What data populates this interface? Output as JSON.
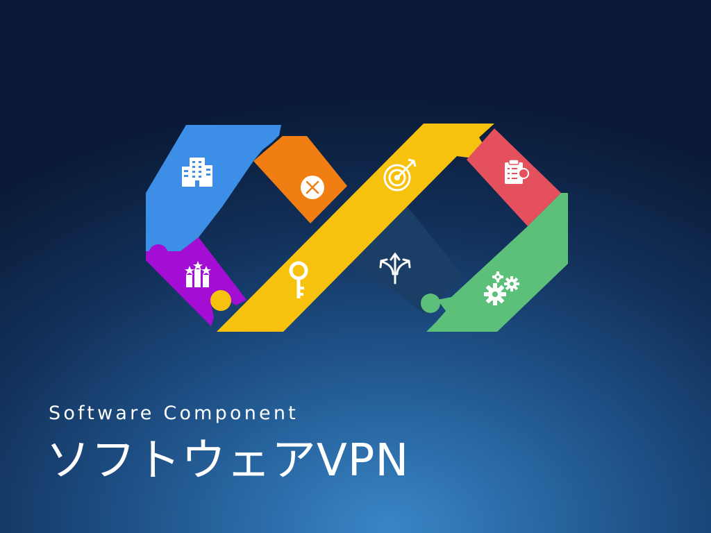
{
  "banner": {
    "subtitle": "Software Component",
    "title": "ソフトウェアVPN"
  },
  "infinity_logo": {
    "segments": [
      {
        "name": "blue-segment",
        "color": "#3d8ee6",
        "icon": "building-icon"
      },
      {
        "name": "orange-segment",
        "color": "#f07e12",
        "icon": "close-circle-icon"
      },
      {
        "name": "yellow-segment",
        "color": "#f6c20d",
        "icon": "target-icon"
      },
      {
        "name": "red-segment",
        "color": "#e5505d",
        "icon": "clipboard-icon"
      },
      {
        "name": "green-segment",
        "color": "#5cc07b",
        "icon": "gears-icon"
      },
      {
        "name": "navy-segment",
        "color": "#1b3e66",
        "icon": "split-arrows-icon"
      },
      {
        "name": "purple-segment",
        "color": "#a40dd4",
        "icon": "ranking-stars-icon"
      },
      {
        "name": "yellow-key-segment",
        "color": "#f6c20d",
        "icon": "key-icon"
      }
    ]
  }
}
